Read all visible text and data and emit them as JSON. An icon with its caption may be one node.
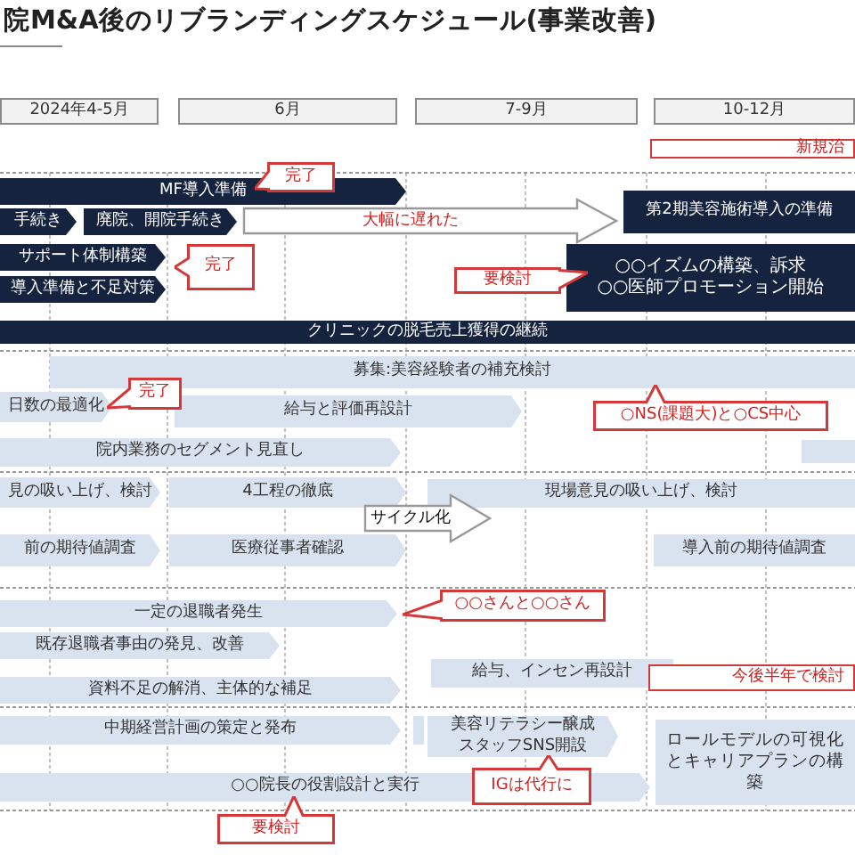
{
  "diagram": {
    "title": "院M&A後のリブランディングスケジュール(事業改善)",
    "nodes": [
      {
        "text": [
          "2024年4-5月"
        ]
      },
      {
        "text": [
          "6月"
        ]
      },
      {
        "text": [
          "7-9月"
        ]
      },
      {
        "text": [
          "10-12月"
        ]
      },
      {
        "text": [
          "新規治"
        ]
      },
      {
        "text": [
          "完了"
        ]
      },
      {
        "text": [
          "MF導入準備"
        ]
      },
      {
        "text": [
          "手続き"
        ]
      },
      {
        "text": [
          "廃院、開院手続き"
        ]
      },
      {
        "text": [
          "第2期美容施術導入の準備"
        ]
      },
      {
        "text": [
          "サポート体制構築"
        ]
      },
      {
        "text": [
          "完了"
        ]
      },
      {
        "text": [
          "導入準備と不足対策"
        ]
      },
      {
        "text": [
          "要検討"
        ]
      },
      {
        "text": [
          "○○イズムの構築、訴求",
          "○○医師プロモーション開始"
        ]
      },
      {
        "text": [
          "クリニックの脱毛売上獲得の継続"
        ]
      },
      {
        "text": [
          "募集:美容経験者の補充検討"
        ]
      },
      {
        "text": [
          "日数の最適化"
        ]
      },
      {
        "text": [
          "完了"
        ]
      },
      {
        "text": [
          "給与と評価再設計"
        ]
      },
      {
        "text": [
          "○NS(課題大)と○CS中心"
        ]
      },
      {
        "text": [
          "院内業務のセグメント見直し"
        ]
      },
      {
        "text": [],
        "shape": "box"
      },
      {
        "text": [
          "見の吸い上げ、検討"
        ]
      },
      {
        "text": [
          "4工程の徹底"
        ]
      },
      {
        "text": [
          "現場意見の吸い上げ、検討"
        ]
      },
      {
        "text": [
          "前の期待値調査"
        ]
      },
      {
        "text": [
          "医療従事者確認"
        ]
      },
      {
        "text": [
          "導入前の期待値調査"
        ]
      },
      {
        "text": [
          "一定の退職者発生"
        ]
      },
      {
        "text": [
          "○○さんと○○さん"
        ]
      },
      {
        "text": [
          "既存退職者事由の発見、改善"
        ]
      },
      {
        "text": [
          "給与、インセン再設計"
        ]
      },
      {
        "text": [
          "今後半年で検討"
        ]
      },
      {
        "text": [
          "資料不足の解消、主体的な補足"
        ]
      },
      {
        "text": [
          "中期経営計画の策定と発布"
        ]
      },
      {
        "text": [],
        "shape": "box"
      },
      {
        "text": [
          "美容リテラシー醸成",
          "スタッフSNS開設"
        ]
      },
      {
        "text": [
          "ロールモデルの可視化とキャリアプランの構築"
        ]
      },
      {
        "text": [
          "IGは代行に"
        ]
      },
      {
        "text": [
          "○○院長の役割設計と実行"
        ]
      },
      {
        "text": [
          "要検討"
        ]
      }
    ],
    "edges": [
      {
        "from": 8,
        "to": 9,
        "arrow": "to",
        "label": "大幅に遅れた"
      },
      {
        "from": 24,
        "to": 25,
        "arrow": "to",
        "label": "サイクル化"
      }
    ]
  }
}
